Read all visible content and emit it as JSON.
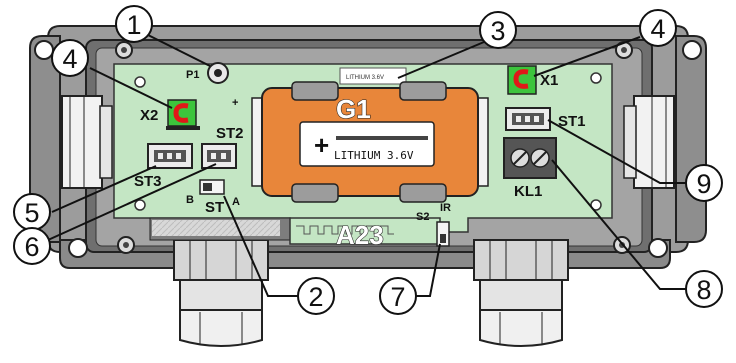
{
  "callouts": [
    "1",
    "2",
    "3",
    "4",
    "4",
    "5",
    "6",
    "7",
    "8",
    "9"
  ],
  "labels": {
    "p1": "P1",
    "x2": "X2",
    "x1": "X1",
    "st2": "ST2",
    "st3": "ST3",
    "st1": "ST1",
    "st_switch": "ST",
    "switch_a": "A",
    "switch_b": "B",
    "g1": "G1",
    "battery_text": "LITHIUM 3.6V",
    "battery_plus": "+",
    "a23": "A23",
    "s2": "S2",
    "ir": "IR",
    "kl1": "KL1",
    "label_sticker": "LITHIUM 3.6V"
  },
  "colors": {
    "pcb": "#c4e6c4",
    "battery": "#e8863a",
    "jumper_green": "#3cc43c",
    "jumper_red": "#e01818",
    "housing": "#9a9a9a",
    "housing_dark": "#5c5c5c"
  }
}
